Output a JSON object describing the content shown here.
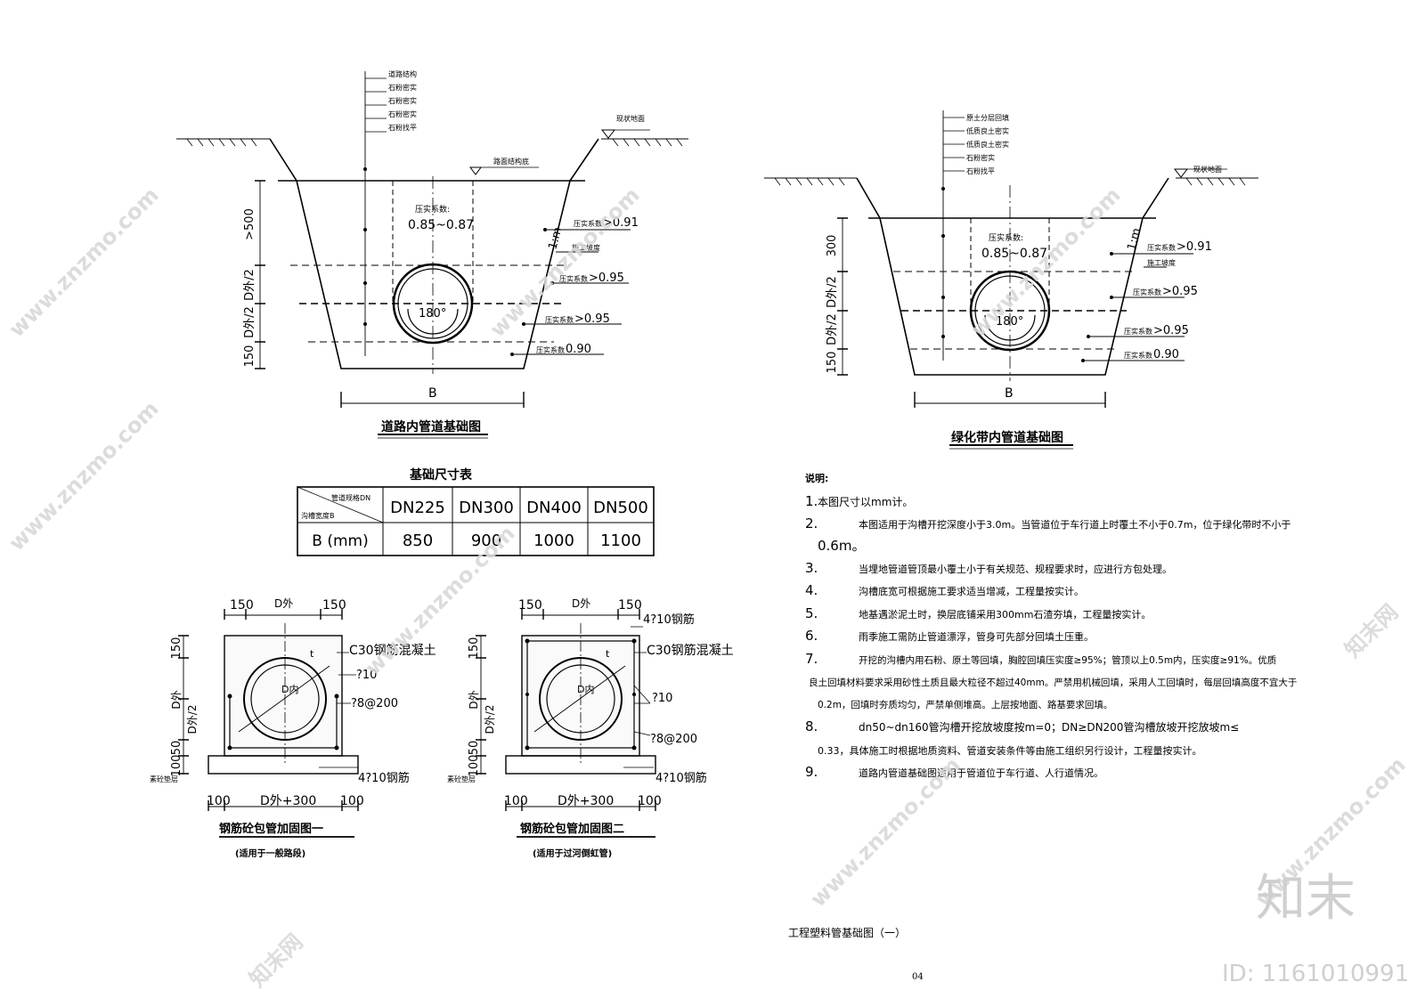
{
  "road_section": {
    "title": "道路内管道基础图",
    "layers": [
      "道路结构",
      "石粉密实",
      "石粉密实",
      "石粉密实",
      "石粉找平"
    ],
    "ground_label": "现状地面",
    "design_surface": "路面结构底",
    "slope": "1:m",
    "dims": [
      ">500",
      "D外/2",
      "D外/2",
      "150"
    ],
    "compaction_center_title": "压实系数:",
    "compaction_center_value": "0.85~0.87",
    "angle": "180°",
    "compaction_side_label": "压实系数",
    "side_values": [
      ">0.91",
      ">0.95",
      ">0.95",
      "0.90"
    ],
    "work_face": "施工坡度",
    "width_label": "B"
  },
  "green_section": {
    "title": "绿化带内管道基础图",
    "layers": [
      "原土分层回填",
      "低质良土密实",
      "低质良土密实",
      "石粉密实",
      "石粉找平"
    ],
    "ground_label": "现状地面",
    "slope": "1:m",
    "dims": [
      "300",
      "D外/2",
      "D外/2",
      "150"
    ],
    "compaction_center_title": "压实系数:",
    "compaction_center_value": "0.85~0.87",
    "angle": "180°",
    "compaction_side_label": "压实系数",
    "side_values": [
      ">0.91",
      ">0.95",
      ">0.95",
      "0.90"
    ],
    "work_face": "施工坡度",
    "width_label": "B"
  },
  "size_table": {
    "title": "基础尺寸表",
    "corner_top": "管道规格DN",
    "corner_bottom": "沟槽宽度B",
    "columns": [
      "DN225",
      "DN300",
      "DN400",
      "DN500"
    ],
    "row_label": "B (mm)",
    "values": [
      "850",
      "900",
      "1000",
      "1100"
    ]
  },
  "detail_1": {
    "title": "钢筋砼包管加固图一",
    "subtitle": "(适用于一般路段)",
    "top_dims": [
      "150",
      "D外",
      "150"
    ],
    "left_dims": [
      "150",
      "D外",
      "D外/2",
      "50",
      "100"
    ],
    "labels": [
      "C30钢筋混凝土",
      "?10",
      "?8@200",
      "4?10钢筋"
    ],
    "base": "素砼垫层",
    "bottom_dims": [
      "100",
      "D外+300",
      "100"
    ],
    "inner": [
      "t",
      "D内"
    ]
  },
  "detail_2": {
    "title": "钢筋砼包管加固图二",
    "subtitle": "(适用于过河倒虹管)",
    "top_dims": [
      "150",
      "D外",
      "150"
    ],
    "left_dims": [
      "150",
      "D外",
      "D外/2",
      "50",
      "100"
    ],
    "labels": [
      "4?10钢筋",
      "C30钢筋混凝土",
      "?10",
      "?8@200",
      "4?10钢筋"
    ],
    "base": "素砼垫层",
    "bottom_dims": [
      "100",
      "D外+300",
      "100"
    ],
    "inner": [
      "t",
      "D内"
    ]
  },
  "notes": {
    "heading": "说明:",
    "items": [
      {
        "n": "1.",
        "lines": [
          "本图尺寸以mm计。"
        ]
      },
      {
        "n": "2.",
        "lines": [
          "本图适用于沟槽开挖深度小于3.0m。当管道位于车行道上时覆土不小于0.7m，位于绿化带时不小于",
          "0.6m。"
        ]
      },
      {
        "n": "3.",
        "lines": [
          "当埋地管道管顶最小覆土小于有关规范、规程要求时，应进行方包处理。"
        ]
      },
      {
        "n": "4.",
        "lines": [
          "沟槽底宽可根据施工要求适当增减，工程量按实计。"
        ]
      },
      {
        "n": "5.",
        "lines": [
          "地基遇淤泥土时，换层底铺采用300mm石渣夯填，工程量按实计。"
        ]
      },
      {
        "n": "6.",
        "lines": [
          "雨季施工需防止管道漂浮，管身可先部分回填土压重。"
        ]
      },
      {
        "n": "7.",
        "lines": [
          "开挖的沟槽内用石粉、原土等回填，胸腔回填压实度≥95%；管顶以上0.5m内，压实度≥91%。优质",
          "良土回填材料要求采用砂性土质且最大粒径不超过40mm。严禁用机械回填，采用人工回填时，每层回填高度不宜大于",
          "0.2m，回填时夯质均匀，严禁单侧堆高。上层按地面、路基要求回填。"
        ]
      },
      {
        "n": "8.",
        "lines": [
          "dn50~dn160管沟槽开挖放坡度按m=0；DN≥DN200管沟槽放坡开挖放坡m≤",
          "0.33，具体施工时根据地质资料、管道安装条件等由施工组织另行设计，工程量按实计。"
        ]
      },
      {
        "n": "9.",
        "lines": [
          "道路内管道基础图适用于管道位于车行道、人行道情况。"
        ]
      }
    ]
  },
  "sheet": {
    "title": "工程塑料管基础图（一）",
    "page": "04"
  },
  "watermark": {
    "brand": "知末",
    "id": "ID: 1161010991",
    "url": "www.znzmo.com",
    "cn": "知末网"
  }
}
